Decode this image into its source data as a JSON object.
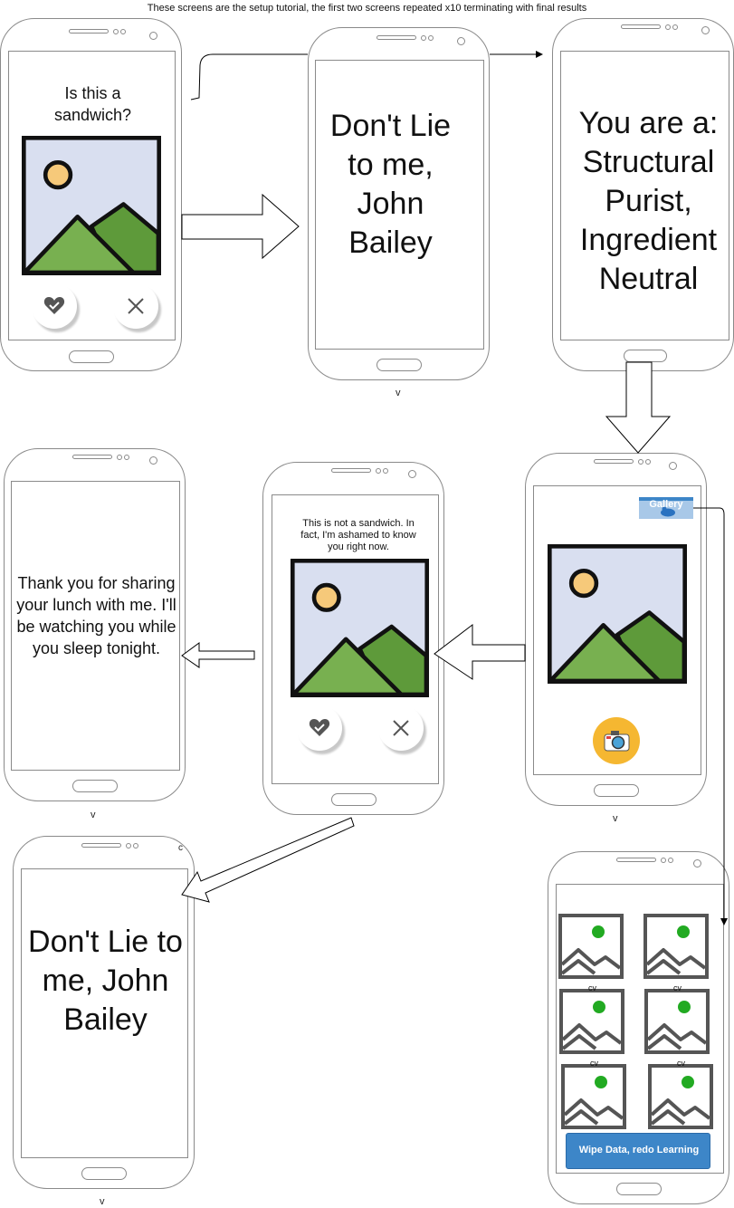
{
  "header": "These screens are the setup tutorial, the first two screens repeated x10 terminating with final results",
  "screens": {
    "question": {
      "text": "Is this a sandwich?"
    },
    "dont_lie_1": {
      "text": "Don't Lie to me, John Bailey"
    },
    "result": {
      "text": "You are a: Structural Purist, Ingredient Neutral"
    },
    "camera": {
      "gallery_label": "Gallery"
    },
    "verdict": {
      "text": "This is not a sandwich. In fact, I'm ashamed to know you right now."
    },
    "thanks": {
      "text": "Thank you for sharing your lunch with me. I'll be watching you while you sleep tonight."
    },
    "dont_lie_2": {
      "text": "Don't Lie to me, John Bailey"
    },
    "gallery": {
      "wipe_button": "Wipe Data, redo Learning",
      "caption": "cv"
    }
  },
  "markers": {
    "v": "v",
    "c": "c"
  },
  "icons": [
    "image-placeholder-icon",
    "heart-icon",
    "close-icon",
    "camera-icon",
    "gallery-icon"
  ],
  "colors": {
    "accent_blue": "#3d86c8",
    "camera_bg": "#f5b731",
    "image_sky": "#d9dff0",
    "image_green": "#78b050",
    "image_dark_green": "#5e9a3a",
    "image_sun": "#f6c97a",
    "gallery_dot": "#22aa22"
  }
}
